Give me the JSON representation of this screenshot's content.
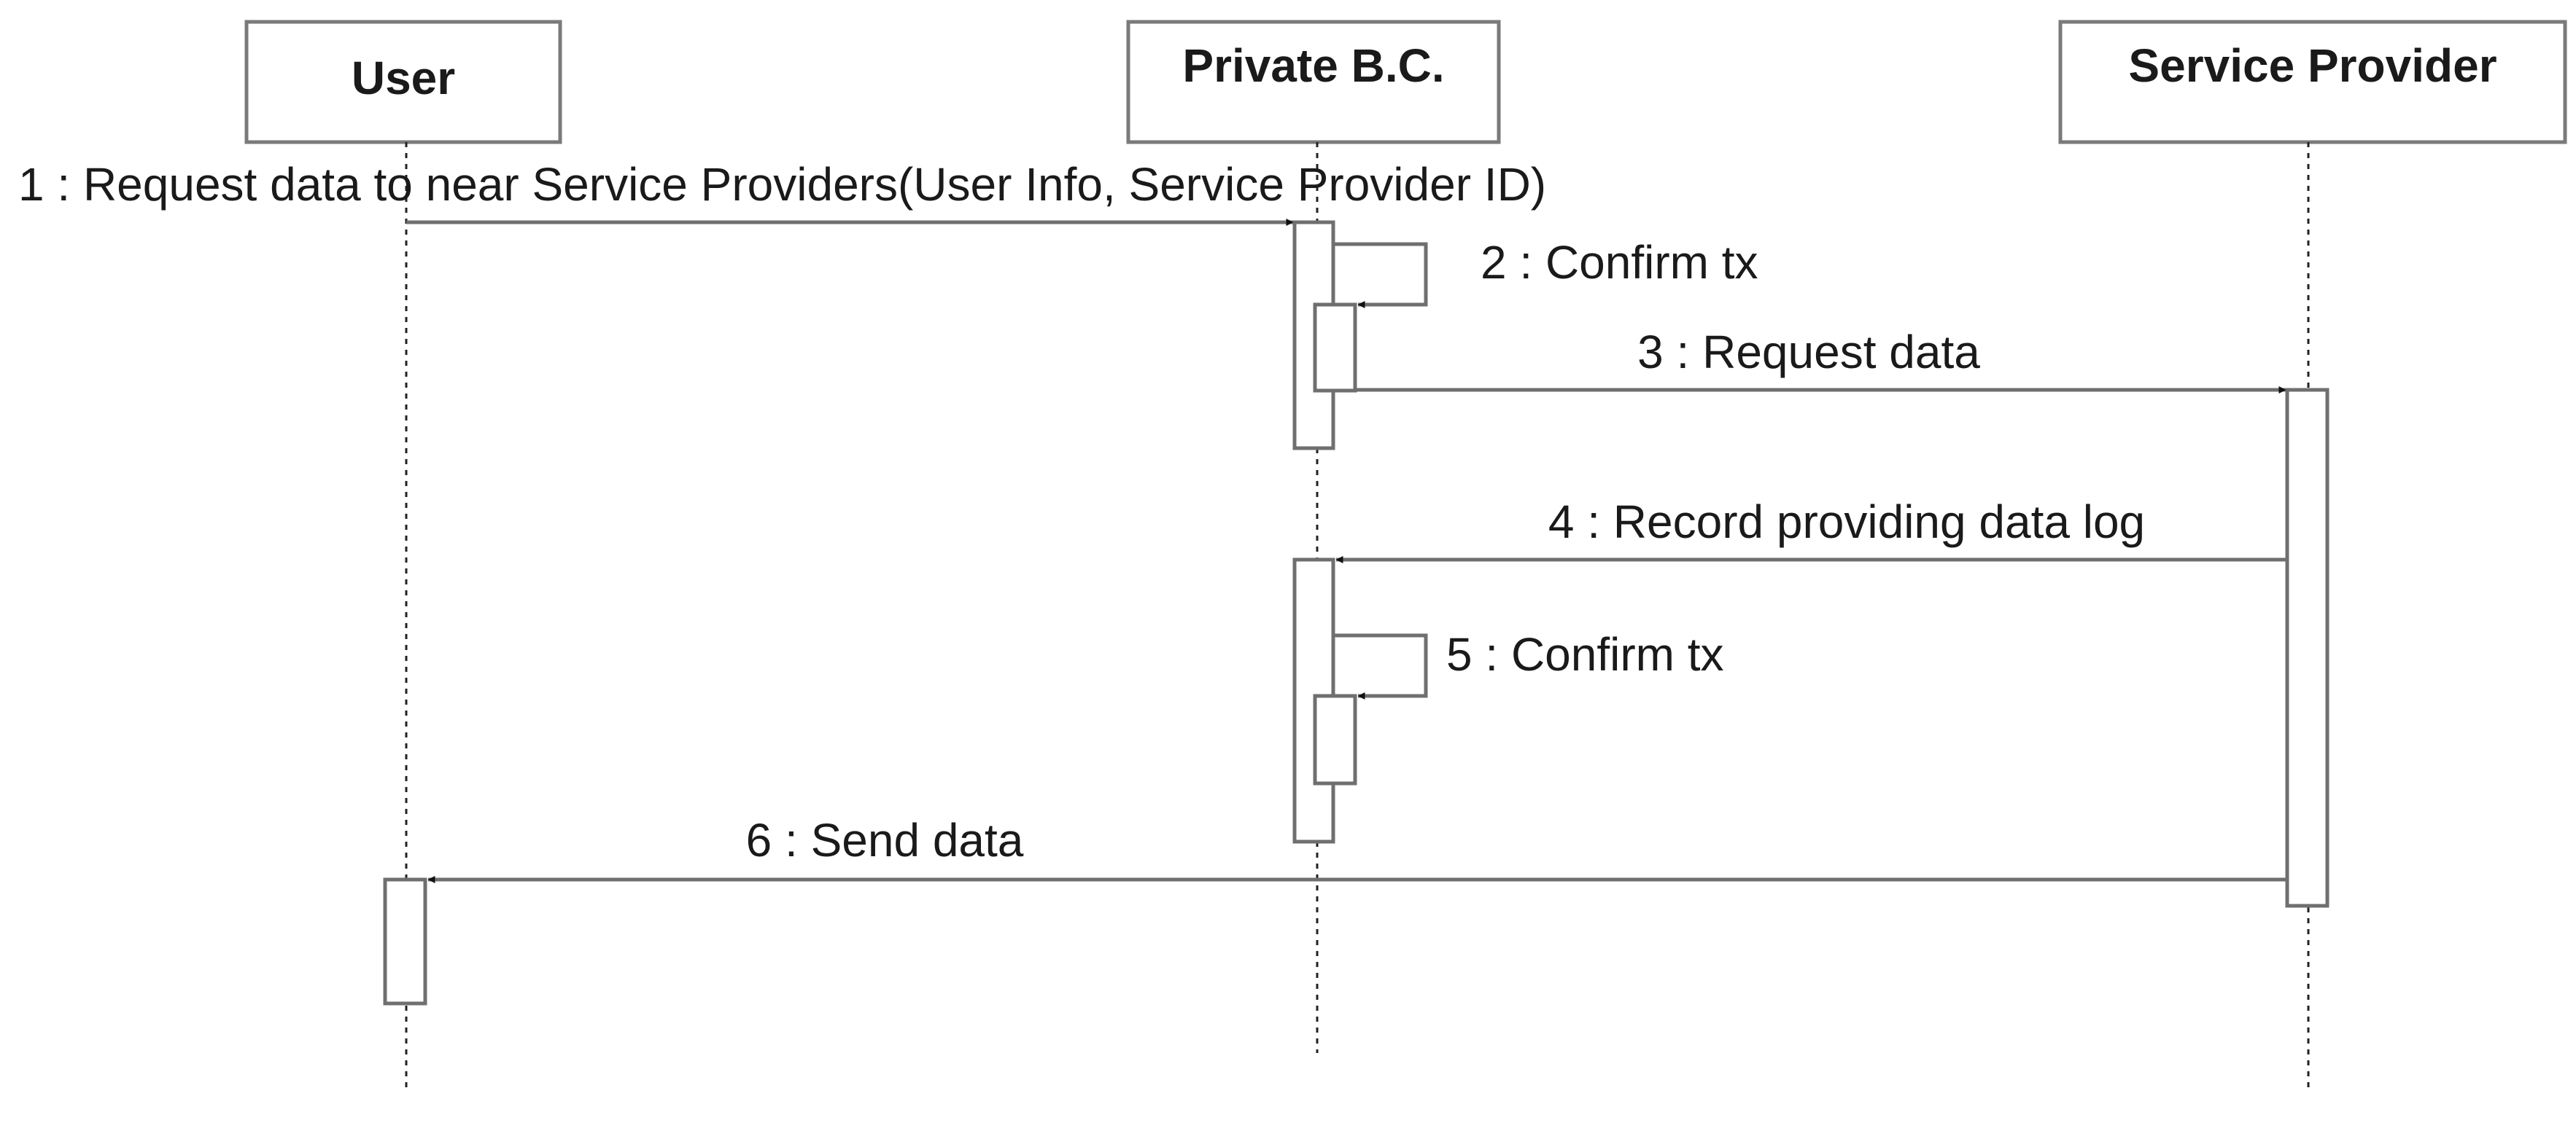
{
  "participants": [
    {
      "id": "user",
      "name": "User"
    },
    {
      "id": "private_bc",
      "name": "Private B.C."
    },
    {
      "id": "service_provider",
      "name": "Service Provider"
    }
  ],
  "messages": [
    {
      "number": 1,
      "label": "1 : Request data to near Service Providers(User Info, Service Provider ID)",
      "from": "user",
      "to": "private_bc",
      "type": "call"
    },
    {
      "number": 2,
      "label": "2 : Confirm tx",
      "from": "private_bc",
      "to": "private_bc",
      "type": "self"
    },
    {
      "number": 3,
      "label": "3 : Request data",
      "from": "private_bc",
      "to": "service_provider",
      "type": "call"
    },
    {
      "number": 4,
      "label": "4 : Record providing data log",
      "from": "service_provider",
      "to": "private_bc",
      "type": "call"
    },
    {
      "number": 5,
      "label": "5 : Confirm tx",
      "from": "private_bc",
      "to": "private_bc",
      "type": "self"
    },
    {
      "number": 6,
      "label": "6 : Send data",
      "from": "service_provider",
      "to": "user",
      "type": "call"
    }
  ],
  "colors": {
    "line": "#6f6f6f",
    "text": "#1a1a1a",
    "background": "#ffffff"
  }
}
